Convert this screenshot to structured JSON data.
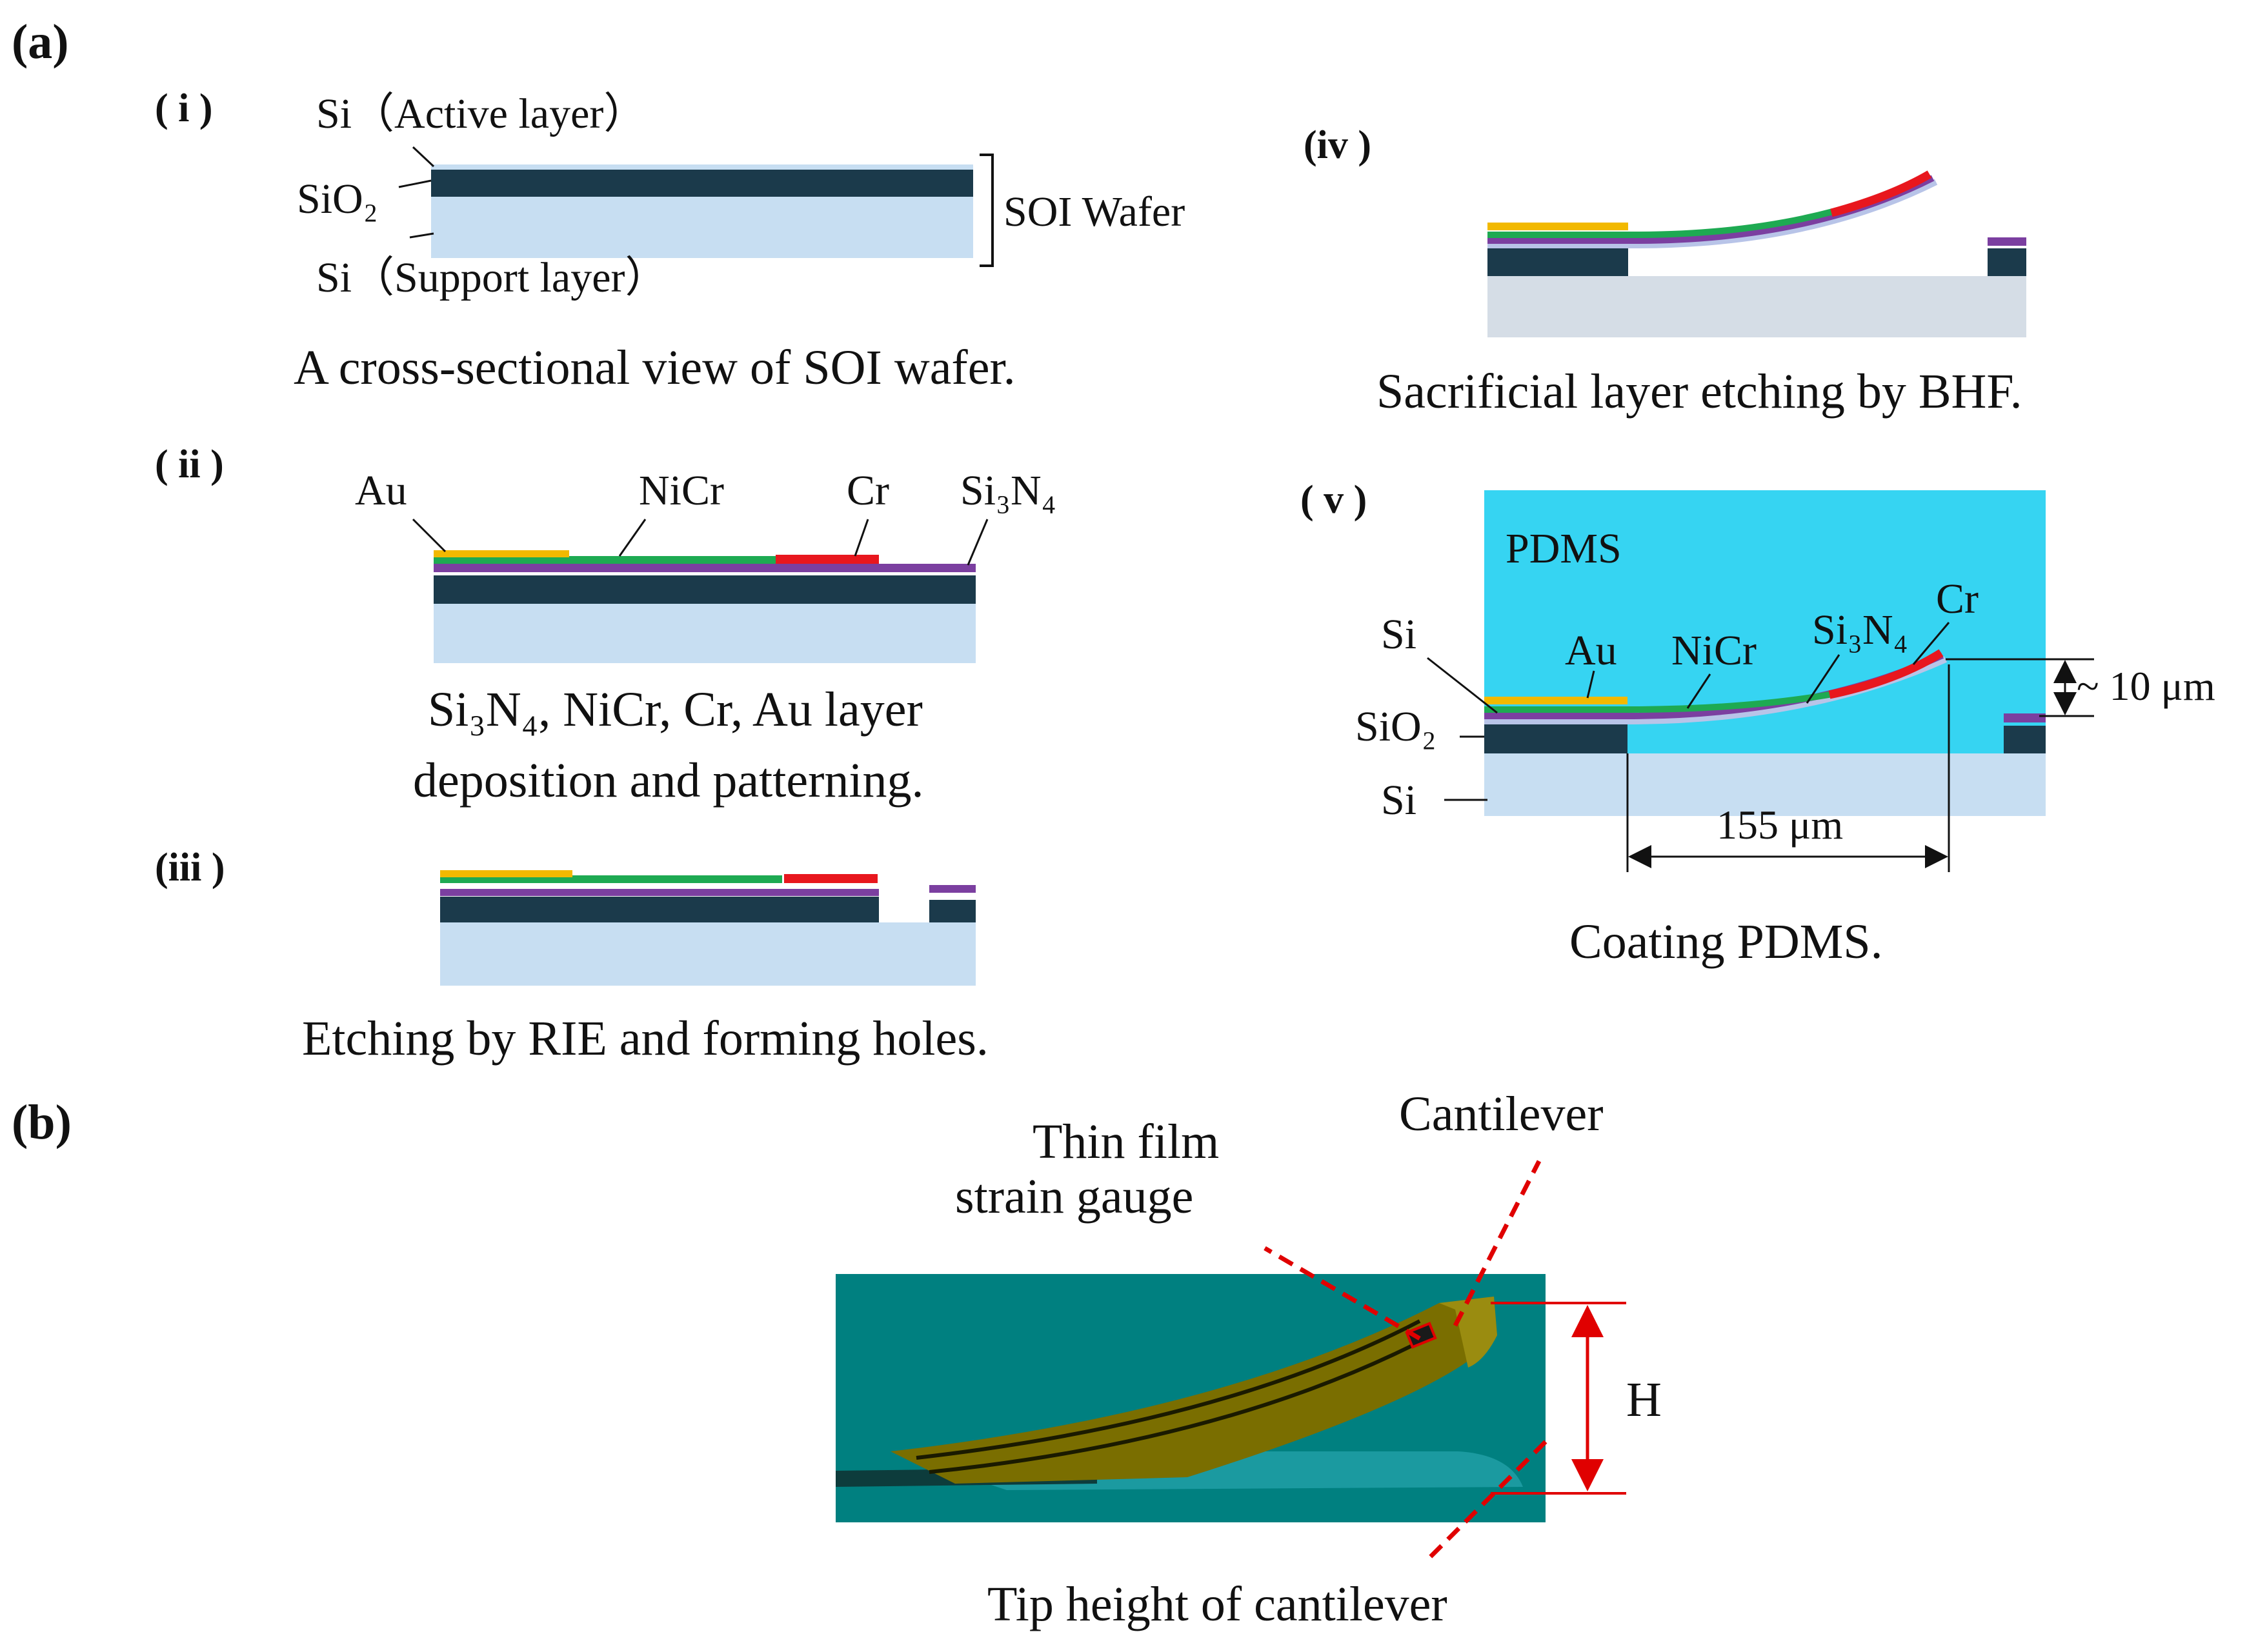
{
  "panel_a": "(a)",
  "panel_b": "(b)",
  "colors": {
    "active": "#1b3a4b",
    "support": "#c7def2",
    "support_iv": "#d5dde6",
    "au": "#f2b900",
    "nicr": "#1eaa52",
    "cr": "#e8171e",
    "si3n4": "#7b3fa0",
    "pdms": "#36d4f2",
    "device_bg": "#008080",
    "cantilever": "#7a6e00",
    "dim": "#e00000"
  },
  "step_i": {
    "tag": "( i )",
    "si_active": "Si（Active layer）",
    "sio2": "SiO₂",
    "si_support": "Si（Support layer）",
    "soi_wafer": "SOI Wafer",
    "caption": "A cross-sectional view of SOI wafer."
  },
  "step_ii": {
    "tag": "( ii )",
    "au": "Au",
    "nicr": "NiCr",
    "cr": "Cr",
    "si3n4": "Si₃N₄",
    "caption_1": "Si₃N₄, NiCr, Cr, Au layer",
    "caption_2": "deposition and patterning."
  },
  "step_iii": {
    "tag": "(iii )",
    "caption": "Etching by RIE and forming holes."
  },
  "step_iv": {
    "tag": "(iv )",
    "caption": "Sacrificial layer etching by BHF."
  },
  "step_v": {
    "tag": "( v )",
    "pdms": "PDMS",
    "si_top": "Si",
    "sio2": "SiO₂",
    "si_bottom": "Si",
    "au": "Au",
    "nicr": "NiCr",
    "si3n4": "Si₃N₄",
    "cr": "Cr",
    "height": "~ 10 μm",
    "length": "155 μm",
    "caption": "Coating PDMS."
  },
  "part_b": {
    "gauge_1": "Thin film",
    "gauge_2": "strain gauge",
    "cantilever": "Cantilever",
    "h": "H",
    "tip": "Tip height of cantilever"
  }
}
